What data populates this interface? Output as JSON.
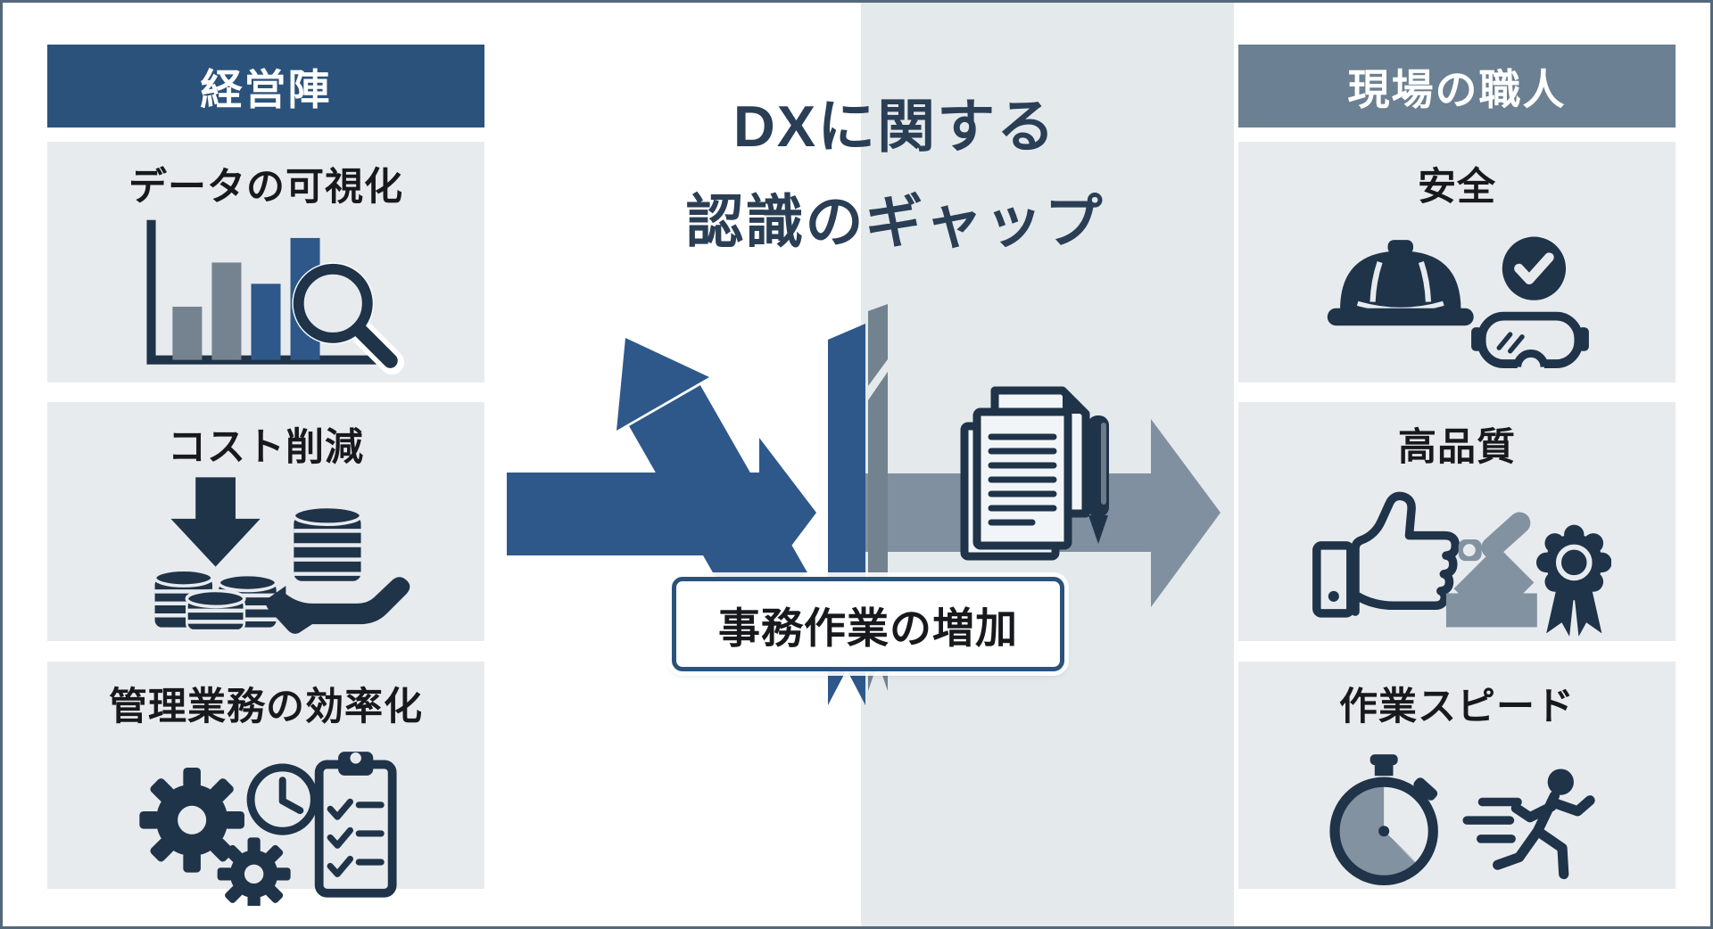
{
  "title": {
    "line1": "DXに関する",
    "line2": "認識のギャップ"
  },
  "left_panel": {
    "header": "経営陣",
    "items": [
      {
        "label": "データの可視化",
        "icon": "bar-chart-magnifier-icon"
      },
      {
        "label": "コスト削減",
        "icon": "down-arrow-coins-hand-icon"
      },
      {
        "label": "管理業務の効率化",
        "icon": "gears-clock-checklist-icon"
      }
    ]
  },
  "right_panel": {
    "header": "現場の職人",
    "items": [
      {
        "label": "安全",
        "icon": "helmet-check-goggles-icon"
      },
      {
        "label": "高品質",
        "icon": "thumbs-up-trowel-award-icon"
      },
      {
        "label": "作業スピード",
        "icon": "stopwatch-runner-icon"
      }
    ]
  },
  "center": {
    "barrier_label": "事務作業の増加",
    "icons": {
      "blue_arrow": "deflected-arrow-icon",
      "gray_arrow": "right-arrow-icon",
      "barrier": "barrier-ribbon-icon",
      "flow": "documents-pen-icon"
    }
  },
  "palette": {
    "frame": "#54687A",
    "navy-header": "#2B527B",
    "slate-header": "#6B8092",
    "box-bg": "#E8EBEE",
    "band-bg": "#E4E9EC",
    "title-text": "#2A3E55",
    "text-dark": "#17191C",
    "arrow-blue": "#2E588A",
    "arrow-gray": "#8090A0",
    "band-gray": "#72828F",
    "icon-navy": "#1F3349",
    "icon-gray": "#8292A0",
    "bar-gray": "#74838F",
    "label-border": "#2B527B"
  }
}
